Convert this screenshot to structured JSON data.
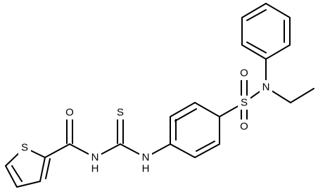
{
  "atoms": {
    "ring_sulfur": "S",
    "carbonyl_oxygen": "O",
    "amide_nitrogen": "N",
    "amide_hydrogen": "H",
    "thio_sulfur": "S",
    "thiourea_nitrogen": "N",
    "thiourea_hydrogen": "H",
    "sulfonyl_sulfur": "S",
    "sulfonyl_oxygen_top": "O",
    "sulfonyl_oxygen_bottom": "O",
    "sulfonamide_nitrogen": "N"
  },
  "colors": {
    "bond": "#000000",
    "background": "#ffffff"
  }
}
